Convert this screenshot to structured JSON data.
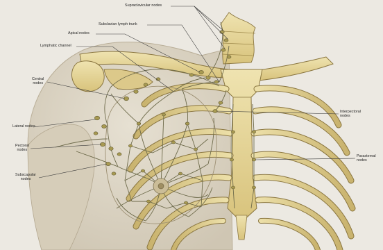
{
  "diagram": {
    "labels": {
      "supraclavicular": "Supraclavicular nodes",
      "subclavian_trunk": "Subclavian lymph trunk",
      "apical": "Apical nodes",
      "lymphatic_channel": "Lymphatic channel",
      "central": [
        "Central",
        "nodes"
      ],
      "lateral": "Lateral nodes",
      "pectoral": [
        "Pectoral",
        "nodes"
      ],
      "subscapular": [
        "Subscapular",
        "nodes"
      ],
      "interpectoral": [
        "Interpectoral",
        "nodes"
      ],
      "parasternal": [
        "Parasternal",
        "nodes"
      ]
    },
    "colors": {
      "background": "#ece9e2",
      "bone": "#e3d398",
      "bone_edge": "#8a7640",
      "bone_shadow": "#c7b16c",
      "lymph": "#6d6a4a",
      "node": "#a89a52",
      "skin": "#dcd4c4",
      "leader": "#3a3a3a"
    }
  }
}
